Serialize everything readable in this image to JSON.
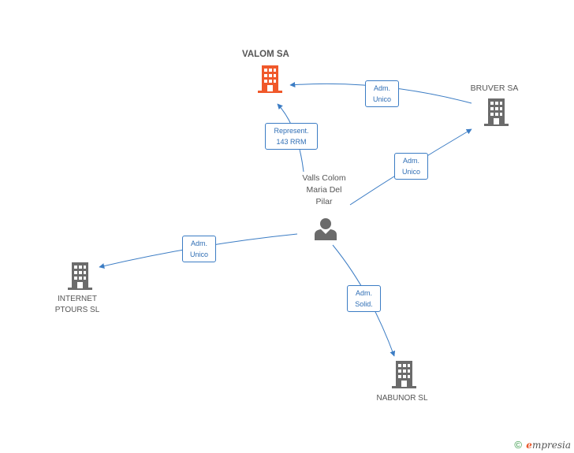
{
  "nodes": {
    "valom": {
      "label": "VALOM SA",
      "type": "company",
      "color": "#f0582a"
    },
    "bruver": {
      "label": "BRUVER SA",
      "type": "company",
      "color": "#6b6b6b"
    },
    "person": {
      "label_lines": [
        "Valls Colom",
        "Maria Del",
        "Pilar"
      ],
      "type": "person",
      "color": "#6b6b6b"
    },
    "internet": {
      "label_lines": [
        "INTERNET",
        "PTOURS SL"
      ],
      "type": "company",
      "color": "#6b6b6b"
    },
    "nabunor": {
      "label": "NABUNOR SL",
      "type": "company",
      "color": "#6b6b6b"
    }
  },
  "edges": [
    {
      "from": "bruver",
      "to": "valom",
      "label_lines": [
        "Adm.",
        "Unico"
      ]
    },
    {
      "from": "person",
      "to": "valom",
      "label_lines": [
        "Represent.",
        "143 RRM"
      ]
    },
    {
      "from": "person",
      "to": "bruver",
      "label_lines": [
        "Adm.",
        "Unico"
      ]
    },
    {
      "from": "person",
      "to": "internet",
      "label_lines": [
        "Adm.",
        "Unico"
      ]
    },
    {
      "from": "person",
      "to": "nabunor",
      "label_lines": [
        "Adm.",
        "Solid."
      ]
    }
  ],
  "edge_color": "#3b7cc4",
  "footer": {
    "copyright": "©",
    "brand_initial": "e",
    "brand_rest": "mpresia"
  }
}
